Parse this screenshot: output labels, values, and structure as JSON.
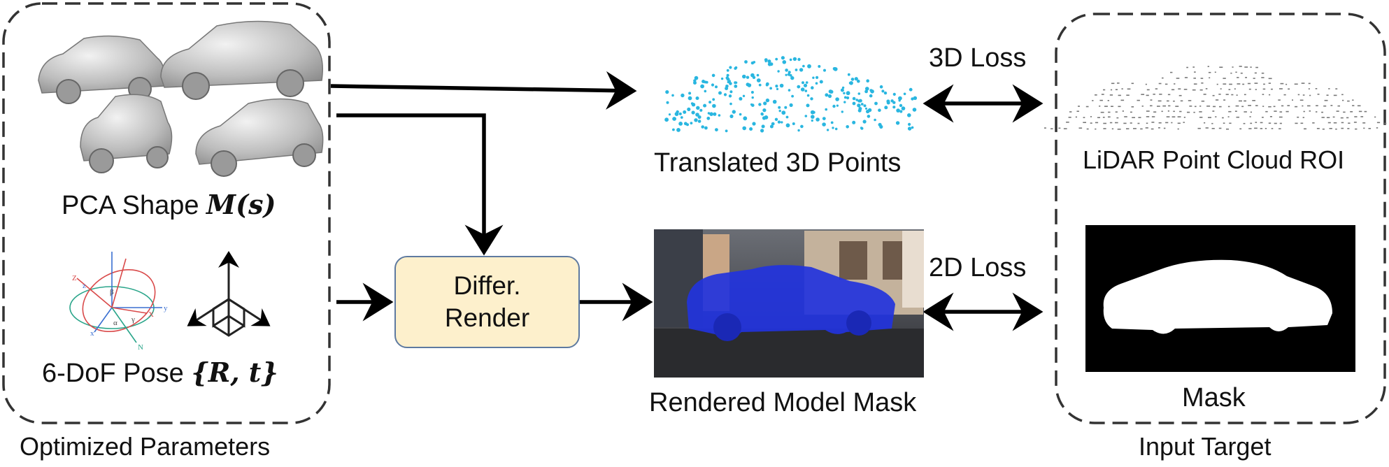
{
  "groups": {
    "left_title": "Optimized Parameters",
    "right_title": "Input Target"
  },
  "params": {
    "shape_text": "PCA Shape ",
    "shape_math": "M(s)",
    "pose_text": "6-DoF Pose ",
    "pose_math": "{R, t}"
  },
  "render_box": {
    "line1": "Differ.",
    "line2": "Render"
  },
  "outputs": {
    "points_label": "Translated 3D Points",
    "mask_label": "Rendered Model Mask"
  },
  "losses": {
    "loss_3d": "3D Loss",
    "loss_2d": "2D Loss"
  },
  "targets": {
    "lidar_label": "LiDAR Point Cloud ROI",
    "mask_label": "Mask"
  },
  "pose_axis_letters": [
    "Z",
    "z",
    "β",
    "y",
    "X",
    "x",
    "α",
    "γ",
    "N"
  ],
  "colors": {
    "points": "#29b6e0",
    "render_fill": "#fdf0cc",
    "render_border": "#5e7aa0",
    "car_overlay": "#2233dd"
  }
}
